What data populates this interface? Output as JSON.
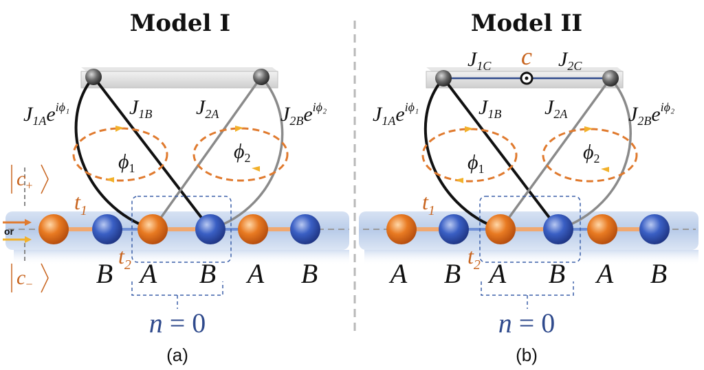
{
  "panels": {
    "left": {
      "title": "Model I",
      "label": "(a)",
      "site_labels": [
        "B",
        "A",
        "B",
        "A",
        "B"
      ],
      "n_cell": {
        "n": "n",
        "eq": " = 0"
      },
      "hops": {
        "t1": "t",
        "t1_sub": "1",
        "t2": "t",
        "t2_sub": "2"
      },
      "couplings": {
        "j1a": {
          "main": "J",
          "sub": "1A",
          "exp": "e",
          "exp_sup": "iϕ₁"
        },
        "j1b": {
          "main": "J",
          "sub": "1B"
        },
        "j2a": {
          "main": "J",
          "sub": "2A"
        },
        "j2b": {
          "main": "J",
          "sub": "2B",
          "exp": "e",
          "exp_sup": "iϕ₂"
        }
      },
      "phases": {
        "phi1": "ϕ",
        "phi1_sub": "1",
        "phi2": "ϕ",
        "phi2_sub": "2"
      },
      "input": {
        "ket_plus": "c",
        "ket_plus_sub": "+",
        "ket_minus": "c",
        "ket_minus_sub": "−",
        "or": "or"
      }
    },
    "right": {
      "title": "Model II",
      "label": "(b)",
      "site_labels": [
        "A",
        "B",
        "A",
        "B",
        "A",
        "B"
      ],
      "n_cell": {
        "n": "n",
        "eq": " = 0"
      },
      "hops": {
        "t1": "t",
        "t1_sub": "1",
        "t2": "t",
        "t2_sub": "2"
      },
      "cavity": "c",
      "couplings": {
        "j1c": {
          "main": "J",
          "sub": "1C"
        },
        "j2c": {
          "main": "J",
          "sub": "2C"
        },
        "j1a": {
          "main": "J",
          "sub": "1A",
          "exp": "e",
          "exp_sup": "iϕ₁"
        },
        "j1b": {
          "main": "J",
          "sub": "1B"
        },
        "j2a": {
          "main": "J",
          "sub": "2A"
        },
        "j2b": {
          "main": "J",
          "sub": "2B",
          "exp": "e",
          "exp_sup": "iϕ₂"
        }
      },
      "phases": {
        "phi1": "ϕ",
        "phi1_sub": "1",
        "phi2": "ϕ",
        "phi2_sub": "2"
      }
    }
  },
  "colors": {
    "orange_atom": "#e0731f",
    "blue_atom": "#2f56b8",
    "waveguide": "#c9d8ee",
    "loop": "#e07a2e",
    "cell_box": "#3a5fa8",
    "divider": "#b0b0b0"
  }
}
